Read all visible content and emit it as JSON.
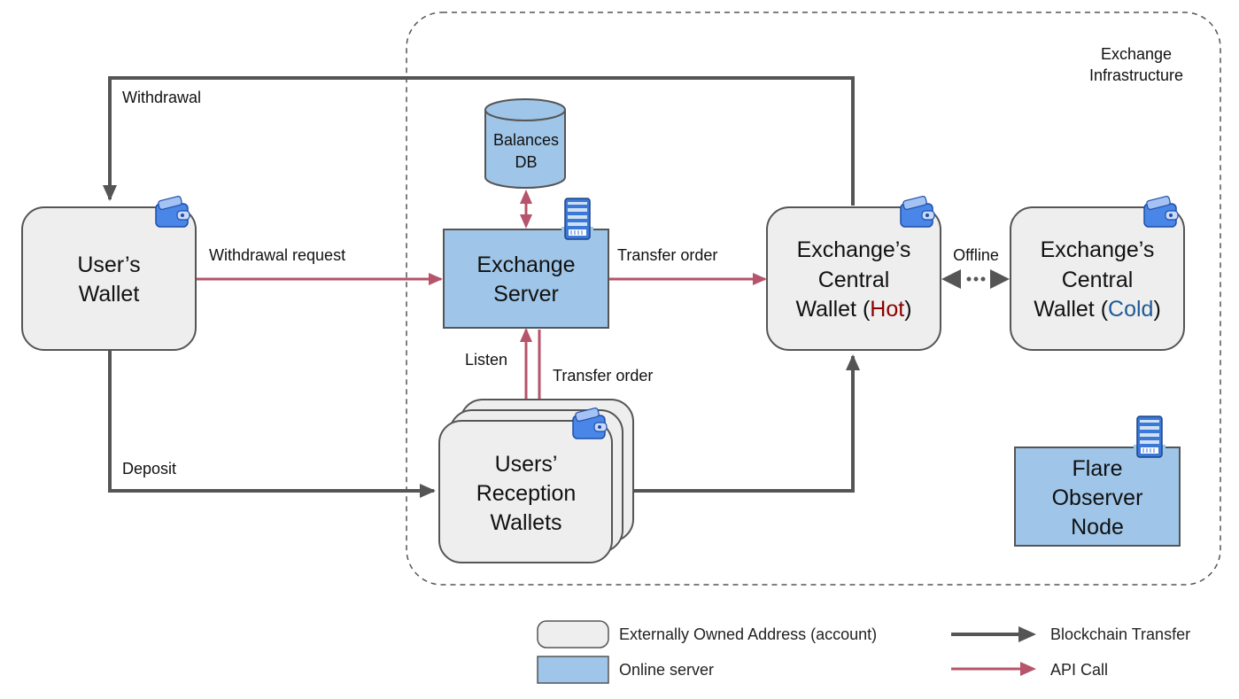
{
  "infrastructure": {
    "line1": "Exchange",
    "line2": "Infrastructure"
  },
  "nodes": {
    "user_wallet": {
      "line1": "User’s",
      "line2": "Wallet"
    },
    "exchange_server": {
      "line1": "Exchange",
      "line2": "Server"
    },
    "balances_db": {
      "line1": "Balances",
      "line2": "DB"
    },
    "hot_wallet": {
      "line1": "Exchange’s",
      "line2": "Central",
      "line3_prefix": "Wallet (",
      "line3_accent": "Hot",
      "line3_suffix": ")",
      "accent_color": "#8b0000"
    },
    "cold_wallet": {
      "line1": "Exchange’s",
      "line2": "Central",
      "line3_prefix": "Wallet (",
      "line3_accent": "Cold",
      "line3_suffix": ")",
      "accent_color": "#1f5a96"
    },
    "reception_wallets": {
      "line1": "Users’",
      "line2": "Reception",
      "line3": "Wallets"
    },
    "flare_node": {
      "line1": "Flare",
      "line2": "Observer",
      "line3": "Node"
    }
  },
  "edges": {
    "withdrawal": "Withdrawal",
    "withdrawal_request": "Withdrawal request",
    "transfer_order_hot": "Transfer order",
    "offline": "Offline",
    "listen": "Listen",
    "transfer_order_reception": "Transfer order",
    "deposit": "Deposit"
  },
  "legend": {
    "eoa": "Externally Owned Address (account)",
    "server": "Online server",
    "blockchain": "Blockchain Transfer",
    "api": "API Call"
  },
  "colors": {
    "eoa_fill": "#eeeeee",
    "server_fill": "#9fc5e8",
    "blockchain_arrow": "#555555",
    "api_arrow": "#b5546a",
    "wallet_icon": "#4a86e8"
  }
}
